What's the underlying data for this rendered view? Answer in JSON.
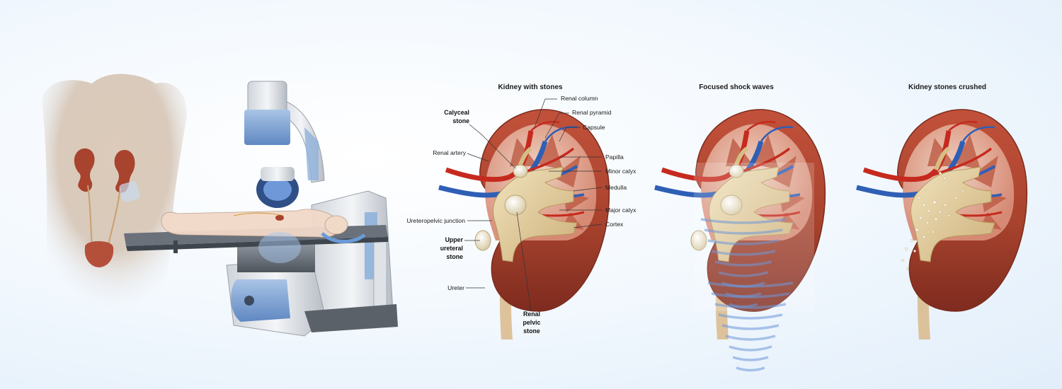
{
  "panels": {
    "stones": {
      "title": "Kidney with stones"
    },
    "shock": {
      "title": "Focused shock waves"
    },
    "crushed": {
      "title": "Kidney stones crushed"
    }
  },
  "labels": {
    "renal_column": "Renal column",
    "renal_pyramid": "Renal pyramid",
    "capsule": "Capsule",
    "papilla": "Papilla",
    "minor_calyx": "Minor calyx",
    "medulla": "Medulla",
    "major_calyx": "Major calyx",
    "cortex": "Cortex",
    "calyceal_stone": [
      "Calyceal",
      "stone"
    ],
    "renal_artery": "Renal artery",
    "ureteropelvic_junction": "Ureteropelvic junction",
    "upper_ureteral_stone": [
      "Upper",
      "ureteral",
      "stone"
    ],
    "ureter": "Ureter",
    "renal_pelvic_stone": [
      "Renal",
      "pelvic",
      "stone"
    ]
  },
  "colors": {
    "background": "#eaf3fc",
    "kidney": "#a8432e",
    "artery": "#c62a1e",
    "vein": "#2f5fb5",
    "pelvis": "#e3cf9f",
    "stone": "#f2ead4",
    "shock_wave": "#6e98d8",
    "machine_blue": "#7fa6d3"
  },
  "icons": [
    "human-torso-illustration",
    "lithotripter-machine-illustration",
    "kidney-illustration"
  ]
}
